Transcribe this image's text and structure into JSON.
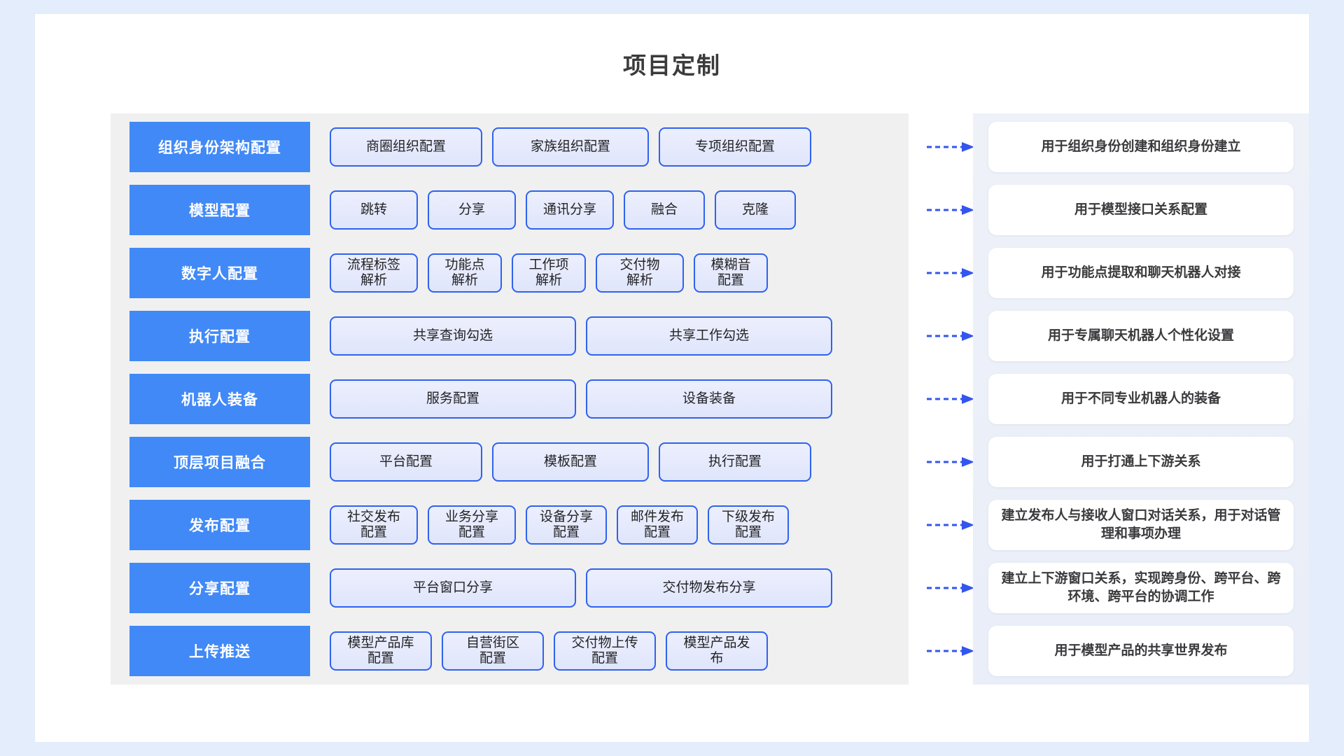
{
  "page": {
    "title": "项目定制",
    "background_color": "#e3edfb",
    "card_color": "#ffffff",
    "accent_color": "#4189f7",
    "chip_border_color": "#2f62ef",
    "chip_fill_color": "#e4e9fb",
    "panel_color": "#f0f0f0",
    "right_panel_color": "#eef1f8",
    "arrow_color": "#3355ee",
    "arrow_icon": "dashed-arrow-right"
  },
  "rows": [
    {
      "label": "组织身份架构配置",
      "chips": [
        "商圈组织配置",
        "家族组织配置",
        "专项组织配置"
      ],
      "chip_widths": [
        218,
        224,
        218
      ],
      "description": "用于组织身份创建和组织身份建立"
    },
    {
      "label": "模型配置",
      "chips": [
        "跳转",
        "分享",
        "通讯分享",
        "融合",
        "克隆"
      ],
      "chip_widths": [
        126,
        126,
        126,
        116,
        116
      ],
      "description": "用于模型接口关系配置"
    },
    {
      "label": "数字人配置",
      "chips": [
        "流程标签\n解析",
        "功能点\n解析",
        "工作项\n解析",
        "交付物\n解析",
        "模糊音\n配置"
      ],
      "chip_widths": [
        126,
        106,
        106,
        126,
        106
      ],
      "description": "用于功能点提取和聊天机器人对接"
    },
    {
      "label": "执行配置",
      "chips": [
        "共享查询勾选",
        "共享工作勾选"
      ],
      "chip_widths": [
        352,
        352
      ],
      "description": "用于专属聊天机器人个性化设置"
    },
    {
      "label": "机器人装备",
      "chips": [
        "服务配置",
        "设备装备"
      ],
      "chip_widths": [
        352,
        352
      ],
      "description": "用于不同专业机器人的装备"
    },
    {
      "label": "顶层项目融合",
      "chips": [
        "平台配置",
        "模板配置",
        "执行配置"
      ],
      "chip_widths": [
        218,
        224,
        218
      ],
      "description": "用于打通上下游关系"
    },
    {
      "label": "发布配置",
      "chips": [
        "社交发布\n配置",
        "业务分享\n配置",
        "设备分享\n配置",
        "邮件发布\n配置",
        "下级发布\n配置"
      ],
      "chip_widths": [
        126,
        126,
        116,
        116,
        116
      ],
      "description": "建立发布人与接收人窗口对话关系，用于对话管理和事项办理"
    },
    {
      "label": "分享配置",
      "chips": [
        "平台窗口分享",
        "交付物发布分享"
      ],
      "chip_widths": [
        352,
        352
      ],
      "description": "建立上下游窗口关系，实现跨身份、跨平台、跨环境、跨平台的协调工作"
    },
    {
      "label": "上传推送",
      "chips": [
        "模型产品库\n配置",
        "自营街区\n配置",
        "交付物上传\n配置",
        "模型产品发\n布"
      ],
      "chip_widths": [
        146,
        146,
        146,
        146
      ],
      "description": "用于模型产品的共享世界发布"
    }
  ]
}
